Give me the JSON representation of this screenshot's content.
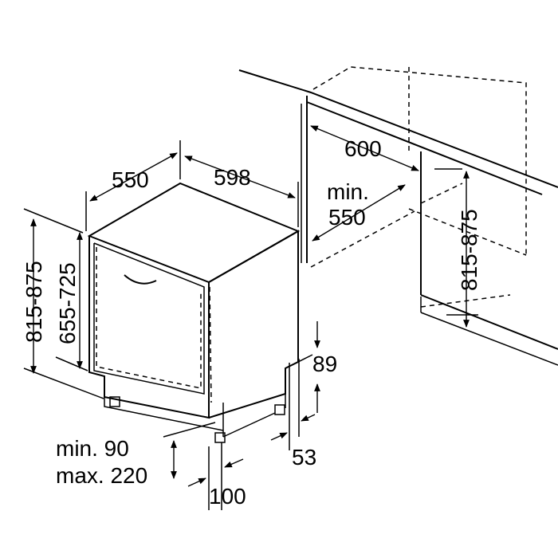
{
  "dimensions": {
    "depth": "550",
    "width": "598",
    "niche_width": "600",
    "niche_depth_line1": "min.",
    "niche_depth_line2": "550",
    "niche_height": "815-875",
    "total_height": "815-875",
    "appliance_height": "655-725",
    "plinth_height": "89",
    "plinth_recess": "53",
    "foot_range_line1": "min. 90",
    "foot_range_line2": "max. 220",
    "bottom_cut": "100"
  }
}
